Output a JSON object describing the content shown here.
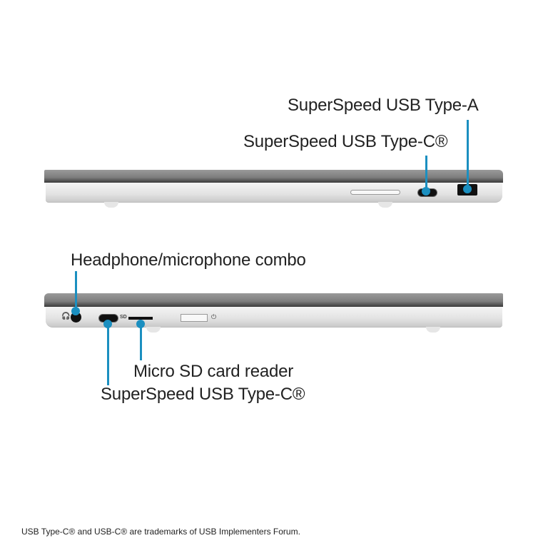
{
  "labels": {
    "usb_a": "SuperSpeed USB Type-A",
    "usb_c_right": "SuperSpeed USB Type-C®",
    "headphone": "Headphone/microphone combo",
    "sd": "Micro SD card reader",
    "usb_c_left": "SuperSpeed USB Type-C®"
  },
  "port_marks": {
    "sd": "SD",
    "power": "⏻",
    "headset": "🎧"
  },
  "footnote": "USB Type-C® and USB-C® are trademarks of USB Implementers Forum.",
  "colors": {
    "callout": "#1b8fc0"
  }
}
